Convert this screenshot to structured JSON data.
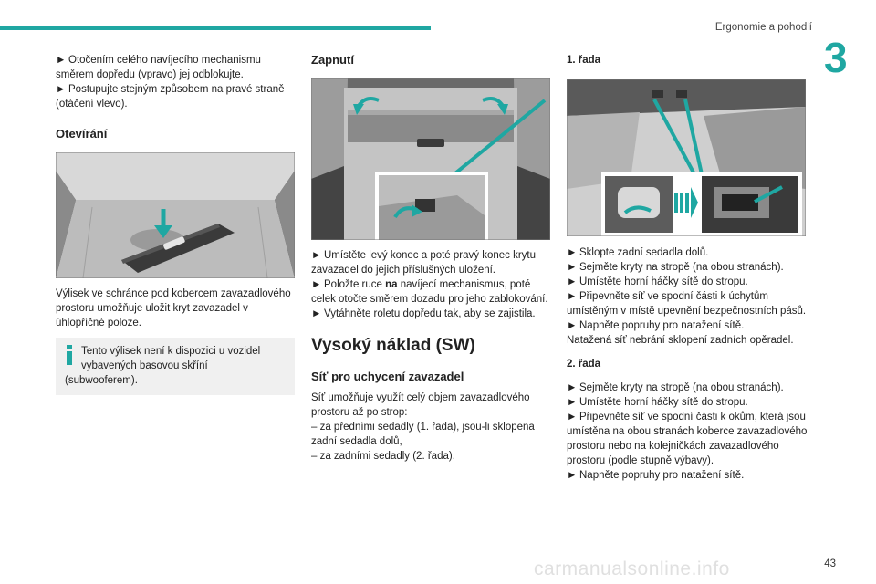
{
  "header": {
    "section_title": "Ergonomie a pohodlí",
    "chapter_number": "3"
  },
  "footer": {
    "page_number": "43",
    "watermark": "carmanualsonline.info"
  },
  "col1": {
    "intro": [
      "Otočením celého navíjecího mechanismu směrem dopředu (vpravo) jej odblokujte.",
      "Postupujte stejným způsobem na pravé straně (otáčení vlevo)."
    ],
    "heading_open": "Otevírání",
    "caption": "Výlisek ve schránce pod kobercem zavazadlového prostoru umožňuje uložit kryt zavazadel v úhlopříčné poloze.",
    "info_line1": "Tento výlisek není k dispozici u vozidel",
    "info_line2": "vybavených basovou skříní",
    "info_line3": "(subwooferem)."
  },
  "col2": {
    "heading_on": "Zapnutí",
    "steps": {
      "s1": "Umístěte levý konec a poté pravý konec krytu zavazadel do jejich příslušných uložení.",
      "s2_pre": "Položte ruce ",
      "s2_bold": "na",
      "s2_post": " navíjecí mechanismus, poté celek otočte směrem dozadu pro jeho zablokování.",
      "s3": "Vytáhněte roletu dopředu tak, aby se zajistila."
    },
    "heading_load": "Vysoký náklad (SW)",
    "subheading_net": "Síť pro uchycení zavazadel",
    "net_intro": "Síť umožňuje využít celý objem zavazadlového prostoru až po strop:",
    "net_opt1": "–  za předními sedadly (1. řada), jsou-li sklopena zadní sedadla dolů,",
    "net_opt2": "–  za zadními sedadly (2. řada)."
  },
  "col3": {
    "row1_title": "1. řada",
    "row1_steps": [
      "Sklopte zadní sedadla dolů.",
      "Sejměte kryty na stropě (na obou stranách).",
      "Umístěte horní háčky sítě do stropu.",
      "Připevněte síť ve spodní části k úchytům umístěným v místě upevnění bezpečnostních pásů.",
      "Napněte popruhy pro natažení sítě."
    ],
    "row1_note": "Natažená síť nebrání sklopení zadních opěradel.",
    "row2_title": "2. řada",
    "row2_steps": [
      "Sejměte kryty na stropě (na obou stranách).",
      "Umístěte horní háčky sítě do stropu.",
      "Připevněte síť ve spodní části k okům, která jsou umístěna na obou stranách koberce zavazadlového prostoru nebo na kolejničkách zavazadlového prostoru (podle stupně výbavy).",
      "Napněte popruhy pro natažení sítě."
    ]
  },
  "ui": {
    "arrow_glyph": "►",
    "accent": "#1fa7a2",
    "info_icon": "info-icon"
  }
}
